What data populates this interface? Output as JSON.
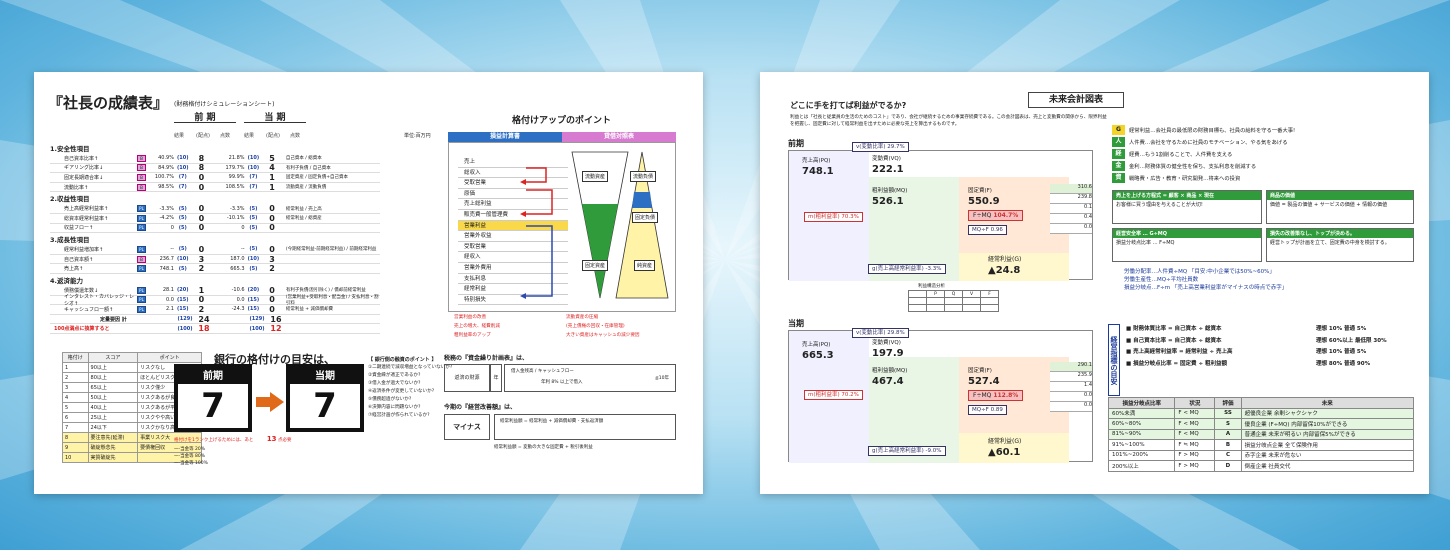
{
  "left_sheet": {
    "title": "『社長の成績表』",
    "subtitle": "(財務格付けシミュレーションシート)",
    "col_prev": "前 期",
    "col_curr": "当 期",
    "sub_cols": [
      "結果",
      "(配点)",
      "点数"
    ],
    "unit_note": "単位:百万円",
    "categories": [
      {
        "label": "1.安全性項目",
        "rows": [
          {
            "label": "自己資本比率↑",
            "tag": "B",
            "blue": false,
            "pv": "40.9%",
            "pp": "(10)",
            "ps": "8",
            "cv": "21.8%",
            "cp": "(10)",
            "cs": "5",
            "desc": "自己資本 / 総資本"
          },
          {
            "label": "ギアリング比率↓",
            "tag": "B",
            "blue": false,
            "pv": "84.9%",
            "pp": "(10)",
            "ps": "8",
            "cv": "179.7%",
            "cp": "(10)",
            "cs": "4",
            "desc": "有利子負債 / 自己資本"
          },
          {
            "label": "固定長期適合率↓",
            "tag": "B",
            "blue": false,
            "pv": "100.7%",
            "pp": "(7)",
            "ps": "0",
            "cv": "99.9%",
            "cp": "(7)",
            "cs": "1",
            "desc": "固定資産 / 固定負債+自己資本"
          },
          {
            "label": "流動比率↑",
            "tag": "B",
            "blue": false,
            "pv": "98.5%",
            "pp": "(7)",
            "ps": "0",
            "cv": "108.5%",
            "cp": "(7)",
            "cs": "1",
            "desc": "流動資産 / 流動負債"
          }
        ]
      },
      {
        "label": "2.収益性項目",
        "rows": [
          {
            "label": "売上高経常利益率↑",
            "tag": "PL",
            "blue": true,
            "pv": "-3.3%",
            "pp": "(5)",
            "ps": "0",
            "cv": "-3.3%",
            "cp": "(5)",
            "cs": "0",
            "desc": "経常利益 / 売上高"
          },
          {
            "label": "総資本経常利益率↑",
            "tag": "PL",
            "blue": true,
            "pv": "-4.2%",
            "pp": "(5)",
            "ps": "0",
            "cv": "-10.1%",
            "cp": "(5)",
            "cs": "0",
            "desc": "経常利益 / 総資産"
          },
          {
            "label": "収益フロー↑",
            "tag": "PL",
            "blue": true,
            "pv": "0",
            "pp": "(5)",
            "ps": "0",
            "cv": "0",
            "cp": "(5)",
            "cs": "0",
            "desc": ""
          }
        ]
      },
      {
        "label": "3.成長性項目",
        "rows": [
          {
            "label": "経常利益増加率↑",
            "tag": "PL",
            "blue": true,
            "pv": "--",
            "pp": "(5)",
            "ps": "0",
            "cv": "--",
            "cp": "(5)",
            "cs": "0",
            "desc": "(今期経常利益-前期経常利益) / 前期経常利益"
          },
          {
            "label": "自己資本額↑",
            "tag": "B",
            "blue": false,
            "pv": "236.7",
            "pp": "(10)",
            "ps": "3",
            "cv": "187.0",
            "cp": "(10)",
            "cs": "3",
            "desc": ""
          },
          {
            "label": "売上高↑",
            "tag": "PL",
            "blue": true,
            "pv": "748.1",
            "pp": "(5)",
            "ps": "2",
            "cv": "665.3",
            "cp": "(5)",
            "cs": "2",
            "desc": ""
          }
        ]
      },
      {
        "label": "4.返済能力",
        "rows": [
          {
            "label": "債務償還年数↓",
            "tag": "PL",
            "blue": true,
            "pv": "28.1",
            "pp": "(20)",
            "ps": "1",
            "cv": "-10.6",
            "cp": "(20)",
            "cs": "0",
            "desc": "有利子負債(割引除く) / 償却前経常利益"
          },
          {
            "label": "インタレスト・カバレッジ・レシオ↑",
            "tag": "PL",
            "blue": true,
            "pv": "0.0",
            "pp": "(15)",
            "ps": "0",
            "cv": "0.0",
            "cp": "(15)",
            "cs": "0",
            "desc": "(営業利益+受取利息・配当金) / 支払利息・割引料"
          },
          {
            "label": "キャッシュフロー額↑",
            "tag": "PL",
            "blue": true,
            "pv": "2.1",
            "pp": "(15)",
            "ps": "2",
            "cv": "-24.3",
            "cp": "(15)",
            "cs": "0",
            "desc": "経常利益 + 減価償却費"
          }
        ]
      }
    ],
    "total_label": "定量要因 計",
    "total_prev": "(129)",
    "total_prev_score": "24",
    "total_curr": "(129)",
    "total_curr_score": "16",
    "converted_label": "100点満点に換算すると",
    "conv_prev": "(100)",
    "conv_prev_score": "18",
    "conv_curr": "(100)",
    "conv_curr_score": "12",
    "score_table": {
      "headers": [
        "格付け",
        "スコア",
        "ポイント"
      ],
      "rows": [
        [
          "1",
          "90以上",
          "リスクなし",
          false
        ],
        [
          "2",
          "80以上",
          "ほとんどリスクなし",
          false
        ],
        [
          "3",
          "65以上",
          "リスク僅少",
          false
        ],
        [
          "4",
          "50以上",
          "リスクあるが良好",
          false
        ],
        [
          "5",
          "40以上",
          "リスクあるが平均的",
          false
        ],
        [
          "6",
          "25以上",
          "リスクやや高い",
          false
        ],
        [
          "7",
          "24以下",
          "リスクかなり高い",
          false
        ],
        [
          "8",
          "要注意先(延滞)",
          "事業リスク大",
          true
        ],
        [
          "9",
          "破綻懸念先",
          "要債権回収",
          true
        ],
        [
          "10",
          "実質破綻先",
          "",
          true
        ]
      ]
    },
    "rating_title": "銀行の格付けの目安は、",
    "rating_prev_label": "前期",
    "rating_curr_label": "当期",
    "rating_prev": "7",
    "rating_curr": "7",
    "rating_note": "格付けを1ランク上げるためには、あと",
    "rating_note_num": "13",
    "rating_note_unit": "点必要",
    "rating_foot": [
      "一-当金等 20%",
      "一-当金等 80%",
      "一-当金等 100%"
    ],
    "checks_title": "【 銀行側の融資のポイント 】",
    "checks": [
      "①二期連続で減収増益となっていないか?",
      "②資金繰が適正であるか?",
      "③借入金が過大でないか?",
      "④返済条件が変更していないか?",
      "⑤債務超過がないか?",
      "⑥決算内容に問題ないか?",
      "⑦経営計画が作られているか?"
    ],
    "fin_title": "税務の『資金繰り計画表』は、",
    "fin_label1": "返済の財源",
    "fin_label2": "年",
    "fin_formula": "借入金残高 / キャッシュフロー",
    "fin_formula2": "年利 8% 以上で借入",
    "fin_range": "≦10年",
    "keiei_title": "今期の『経営改善額』は、",
    "keiei_label": "マイナス",
    "keiei_formula": "経常利益額 = 経常利益 + 減価償却費 - 支払返済額",
    "keiei_note": "経常利益額 = 変動の大きな固定費 + 税引後利益",
    "point_title": "格付けアップのポイント",
    "pl_head": "損益計算書",
    "bs_head": "貸借対照表",
    "pl_items": [
      "売上",
      "総収入",
      "受取営業",
      "原価",
      "売上総利益",
      "販売費一般管理費",
      "営業利益",
      "営業外収益",
      "受取営業",
      "経収入",
      "営業外費用",
      "支払利息",
      "経常利益",
      "特別損失"
    ],
    "pl_highlight_index": 6,
    "bs_labels": [
      "流動資産",
      "流動負債",
      "固定負債",
      "固定資産",
      "純資産"
    ],
    "pl_note": [
      "営業利益の改善",
      "売上の増大、経費削減",
      "粗利益率のアップ"
    ],
    "bs_note": [
      "流動資産の圧縮",
      "(売上債権の回収・在庫管理)",
      "大きい資産はキャッシュの減少要因"
    ]
  },
  "right_sheet": {
    "question": "どこに手を打てば利益がでるか?",
    "intro": "利益とは「社長と従業員の生活のためのコスト」であり、会社が継続するための事業存続費である。この会計図表は、売上と変動費の関係から、限界利益を把握し、固定費に対して経常利益を出すために必要な売上を算出するものです。",
    "mirai_title": "未来会計図表",
    "prev_label": "前期",
    "curr_label": "当期",
    "prev": {
      "v_ratio": "29.7%",
      "pq": "748.1",
      "vq": "222.1",
      "mq": "526.1",
      "f": "550.9",
      "m_ratio": "70.3%",
      "f_mq": "104.7%",
      "mq_f": "0.96",
      "g": "▲24.8",
      "g_ratio": "-3.3%",
      "f_items": [
        "310.6",
        "239.8",
        "0.1",
        "0.4",
        "0.0"
      ]
    },
    "curr": {
      "v_ratio": "29.8%",
      "pq": "665.3",
      "vq": "197.9",
      "mq": "467.4",
      "f": "527.4",
      "m_ratio": "70.2%",
      "f_mq": "112.8%",
      "mq_f": "0.89",
      "g": "▲60.1",
      "g_ratio": "-9.0%",
      "f_items": [
        "290.1",
        "235.9",
        "1.4",
        "0.0",
        "0.0"
      ]
    },
    "labels": {
      "v_ratio": "v(変動比率)",
      "pq": "売上高(PQ)",
      "vq": "変動費(VQ)",
      "mq": "粗利益額(MQ)",
      "f": "固定費(F)",
      "m_ratio": "m(粗利益率)",
      "f_mq": "F÷MQ",
      "mq_f": "MQ÷F",
      "g": "経常利益(G)",
      "g_ratio": "g(売上高経常利益率)"
    },
    "g_list": [
      {
        "key": "G",
        "yellow": true,
        "text": "経常利益…会社員の最低限の財務目標も、社員の給料を守る一番大事!"
      },
      {
        "key": "人",
        "yellow": false,
        "text": "人件費…会社を守るために社員のモチベーション、やる気をあげる"
      },
      {
        "key": "経",
        "yellow": false,
        "text": "経費…もう1割削ることで、人件費を支える"
      },
      {
        "key": "金",
        "yellow": false,
        "text": "金利…財務体質の健全性を保ち、支払利息を削減する"
      },
      {
        "key": "資",
        "yellow": false,
        "text": "戦略費・広告・教育・研究開発…将来への投資"
      }
    ],
    "strategy1_head": "売上を上げる方程式 = 顧客 × 商品 × 現在",
    "strategy1_body": "お客様に買う理由を与えることが大切!",
    "strategy2_head": "商品の価値",
    "strategy2_body": "価値 = 製品の価値 + サービスの価値 + 情報の価値",
    "strategy3_head": "経営安全率 … G÷MQ",
    "strategy3_body": "損益分岐点比率 … F÷MQ",
    "strategy4_head": "損失の改善策なし、トップが決める。",
    "strategy4_body": "経営トップが計画を立て、固定費の中身を検討する。",
    "kpi": [
      "労働分配率…人件費÷MQ 「目安:中小企業では50%~60%」",
      "労働生産性…MQ÷平均社員数",
      "損益分岐点…F÷m 「売上高営業利益率がマイナスの時点で赤字」"
    ],
    "kpi_side": "経営指標の目安",
    "ratios": [
      {
        "h": "■ 財務体質比率 = 自己資本 ÷ 総資本",
        "v": "理想 10% 普通 5%"
      },
      {
        "h": "■ 自己資本比率 = 自己資本 ÷ 総資本",
        "v": "理想 60%以上 最低限 30%"
      },
      {
        "h": "■ 売上高経常利益率 = 経常利益 ÷ 売上高",
        "v": "理想 10% 普通 5%"
      },
      {
        "h": "■ 損益分岐点比率 = 固定費 ÷ 粗利益額",
        "v": "理想 80% 普通 90%"
      }
    ],
    "bep_headers": [
      "損益分岐点比率",
      "状況",
      "評価",
      "未来"
    ],
    "bep_rows": [
      [
        "60%未満",
        "F < MQ",
        "SS",
        "超優良企業 余剰シャクシャク"
      ],
      [
        "60%~80%",
        "F < MQ",
        "S",
        "優良企業 (F÷MQ) 内部留保10%ができる"
      ],
      [
        "81%~90%",
        "F < MQ",
        "A",
        "普通企業 未来が明るい 内部留保5%ができる"
      ],
      [
        "91%~100%",
        "F ≒ MQ",
        "B",
        "損益分岐点企業 全て保険作用"
      ],
      [
        "101%~200%",
        "F > MQ",
        "C",
        "赤字企業 未来が危ない"
      ],
      [
        "200%以上",
        "F > MQ",
        "D",
        "倒産企業 社員交代"
      ]
    ],
    "small_table_title": "利益構造分析",
    "small_table_cols": [
      "P",
      "Q",
      "V",
      "F"
    ]
  }
}
